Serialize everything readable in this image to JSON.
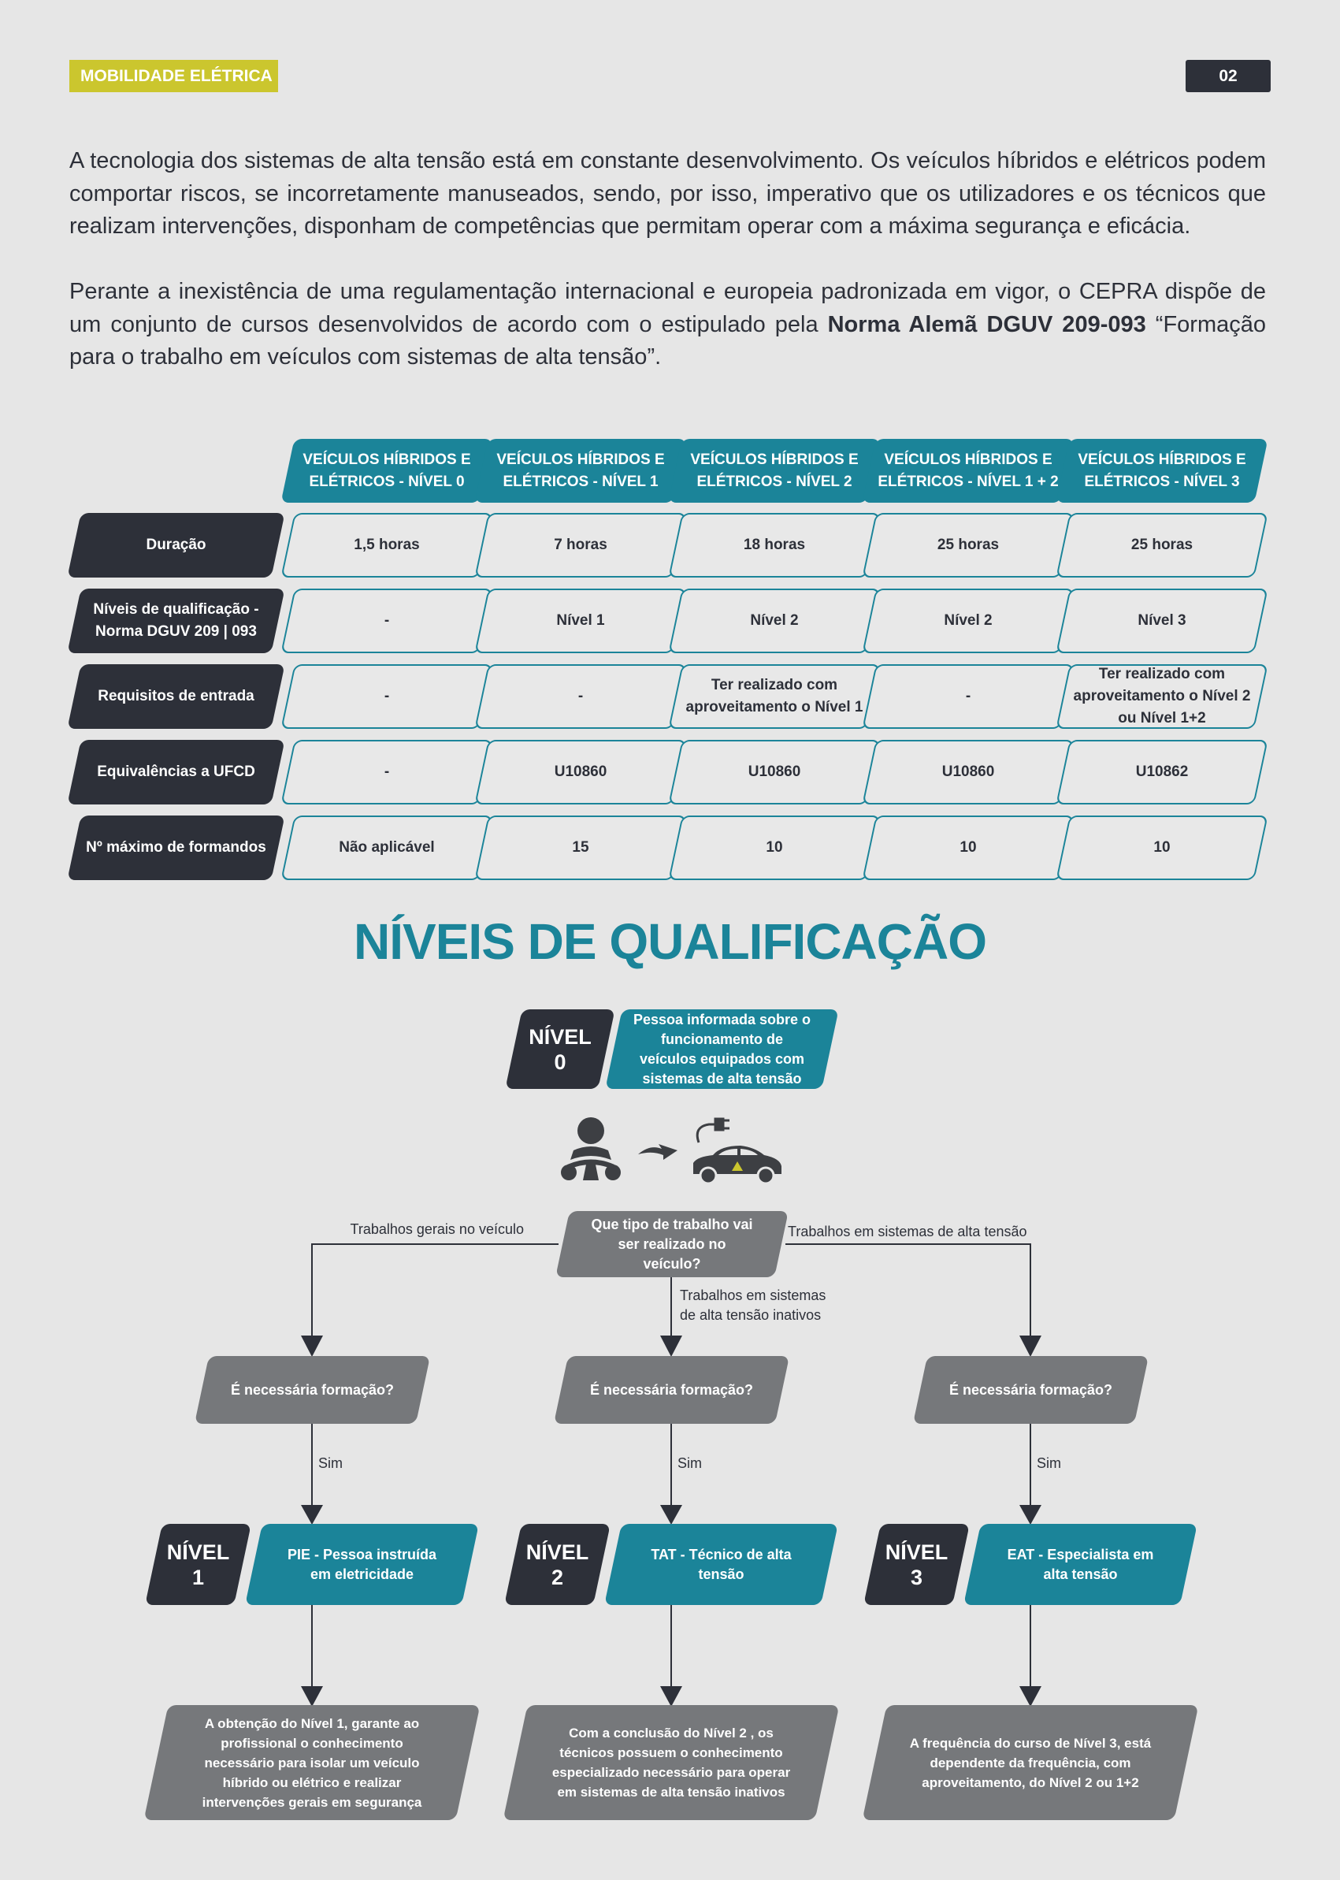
{
  "header": {
    "section_tag": "MOBILIDADE ELÉTRICA",
    "page_number": "02"
  },
  "intro": {
    "paragraph1": "A tecnologia dos sistemas de alta tensão está em constante desenvolvimento. Os veículos híbridos e elétricos podem comportar riscos, se incorretamente manuseados, sendo, por isso, imperativo que os utilizadores e os técnicos que realizam intervenções, disponham de competências que permitam operar com a máxima segurança e eficácia.",
    "paragraph2_before": "Perante a inexistência de uma regulamentação internacional e europeia padronizada em vigor, o CEPRA dispõe de um conjunto de cursos desenvolvidos de acordo com o estipulado pela ",
    "paragraph2_bold": "Norma Alemã DGUV 209-093",
    "paragraph2_after": " “Formação para o trabalho em veículos com sistemas de alta tensão”."
  },
  "table": {
    "columns": [
      {
        "prefix": "VEÍCULOS HÍBRIDOS E ELÉTRICOS - ",
        "level": "NÍVEL 0"
      },
      {
        "prefix": "VEÍCULOS HÍBRIDOS E ELÉTRICOS - ",
        "level": "NÍVEL 1"
      },
      {
        "prefix": "VEÍCULOS HÍBRIDOS E ELÉTRICOS - ",
        "level": "NÍVEL 2"
      },
      {
        "prefix": "VEÍCULOS HÍBRIDOS E ELÉTRICOS - ",
        "level": "NÍVEL 1 + 2"
      },
      {
        "prefix": "VEÍCULOS HÍBRIDOS E ELÉTRICOS - ",
        "level": "NÍVEL 3"
      }
    ],
    "rows": [
      {
        "label": "Duração",
        "cells": [
          "1,5 horas",
          "7 horas",
          "18 horas",
          "25 horas",
          "25 horas"
        ]
      },
      {
        "label": "Níveis de qualificação - Norma DGUV 209 | 093",
        "cells": [
          "-",
          "Nível 1",
          "Nível 2",
          "Nível 2",
          "Nível 3"
        ]
      },
      {
        "label": "Requisitos de entrada",
        "cells": [
          "-",
          "-",
          "Ter realizado com aproveitamento o Nível 1",
          "-",
          "Ter realizado com aproveitamento o Nível 2 ou Nível 1+2"
        ]
      },
      {
        "label": "Equivalências a UFCD",
        "cells": [
          "-",
          "U10860",
          "U10860",
          "U10860",
          "U10862"
        ]
      },
      {
        "label": "Nº máximo de formandos",
        "cells": [
          "Não aplicável",
          "15",
          "10",
          "10",
          "10"
        ]
      }
    ]
  },
  "qualification": {
    "title": "NÍVEIS DE QUALIFICAÇÃO",
    "level0": {
      "badge_word": "NÍVEL",
      "badge_number": "0",
      "description": "Pessoa informada sobre o funcionamento de veículos equipados com sistemas de alta tensão"
    },
    "icons": [
      "driver-icon",
      "arrow-icon",
      "electric-car-icon"
    ],
    "question": "Que tipo de trabalho vai ser realizado no veículo?",
    "branches": [
      {
        "edge_label": "Trabalhos gerais no veículo",
        "check": "É necessária formação?",
        "yes": "Sim",
        "badge_word": "NÍVEL",
        "badge_number": "1",
        "role": "PIE - Pessoa instruída em eletricidade",
        "outcome": "A obtenção do Nível 1, garante ao profissional o conhecimento necessário para isolar um veículo híbrido ou elétrico e realizar intervenções gerais em segurança"
      },
      {
        "edge_label": "Trabalhos em sistemas de alta tensão inativos",
        "check": "É necessária formação?",
        "yes": "Sim",
        "badge_word": "NÍVEL",
        "badge_number": "2",
        "role": "TAT - Técnico de alta tensão",
        "outcome": "Com a conclusão do Nível 2 , os técnicos possuem o conhecimento especializado necessário para operar em sistemas de alta tensão inativos"
      },
      {
        "edge_label": "Trabalhos em sistemas de alta tensão",
        "check": "É necessária formação?",
        "yes": "Sim",
        "badge_word": "NÍVEL",
        "badge_number": "3",
        "role": "EAT - Especialista em alta tensão",
        "outcome": "A frequência do curso de Nível 3, está dependente da frequência, com aproveitamento, do Nível 2 ou 1+2"
      }
    ]
  },
  "colors": {
    "teal": "#1b8499",
    "dark": "#2d3039",
    "grey": "#76787b",
    "yellow": "#cbc62e",
    "background": "#e6e6e6"
  }
}
